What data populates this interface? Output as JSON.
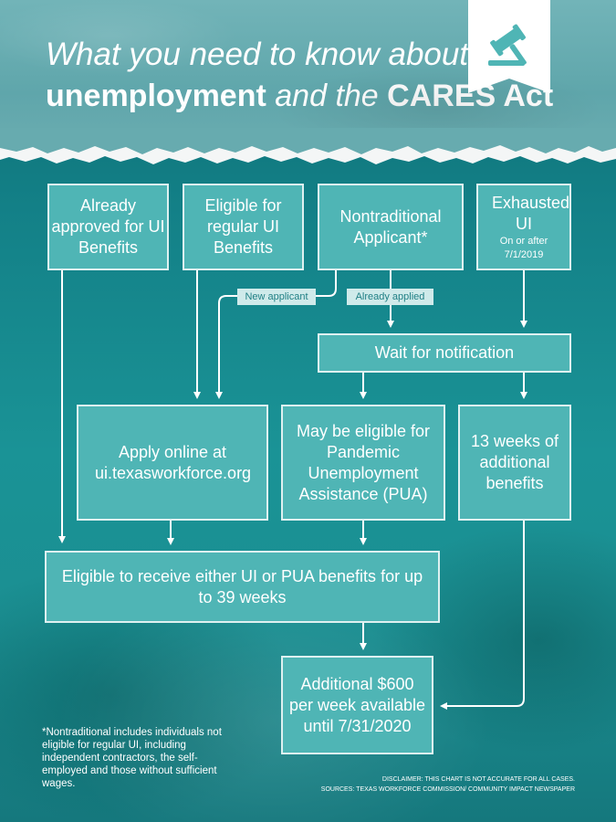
{
  "header": {
    "title_line1": "What you need to know about",
    "title_bold1": "unemployment",
    "title_mid": "and the",
    "title_bold2": "CARES Act"
  },
  "boxes": {
    "already_approved": "Already approved for UI Benefits",
    "eligible_regular": "Eligible for regular UI Benefits",
    "nontraditional": "Nontraditional Applicant*",
    "exhausted_title": "Exhausted UI",
    "exhausted_note": "On or after 7/1/2019",
    "wait": "Wait for notification",
    "apply_online": "Apply online at ui.texasworkforce.org",
    "pua": "May be eligible for Pandemic Unemployment Assistance (PUA)",
    "additional_weeks": "13 weeks of additional benefits",
    "eligible_39": "Eligible to receive either UI or PUA benefits for up to 39 weeks",
    "additional_600": "Additional $600 per week available until 7/31/2020"
  },
  "tags": {
    "new_applicant": "New applicant",
    "already_applied": "Already applied"
  },
  "footnote": "*Nontraditional includes individuals not eligible for regular UI, including independent contractors, the self-employed and those without sufficient wages.",
  "disclaimer": {
    "line1": "DISCLAIMER: THIS CHART IS NOT ACCURATE FOR ALL CASES.",
    "line2": "SOURCES: TEXAS WORKFORCE COMMISSION/ COMMUNITY IMPACT NEWSPAPER"
  },
  "icons": [
    "gavel-icon"
  ],
  "colors": {
    "box_fill": "#4fb5b5",
    "box_border": "#dff1f1",
    "tag_fill": "#cfeaea",
    "tag_text": "#1f7f84"
  }
}
